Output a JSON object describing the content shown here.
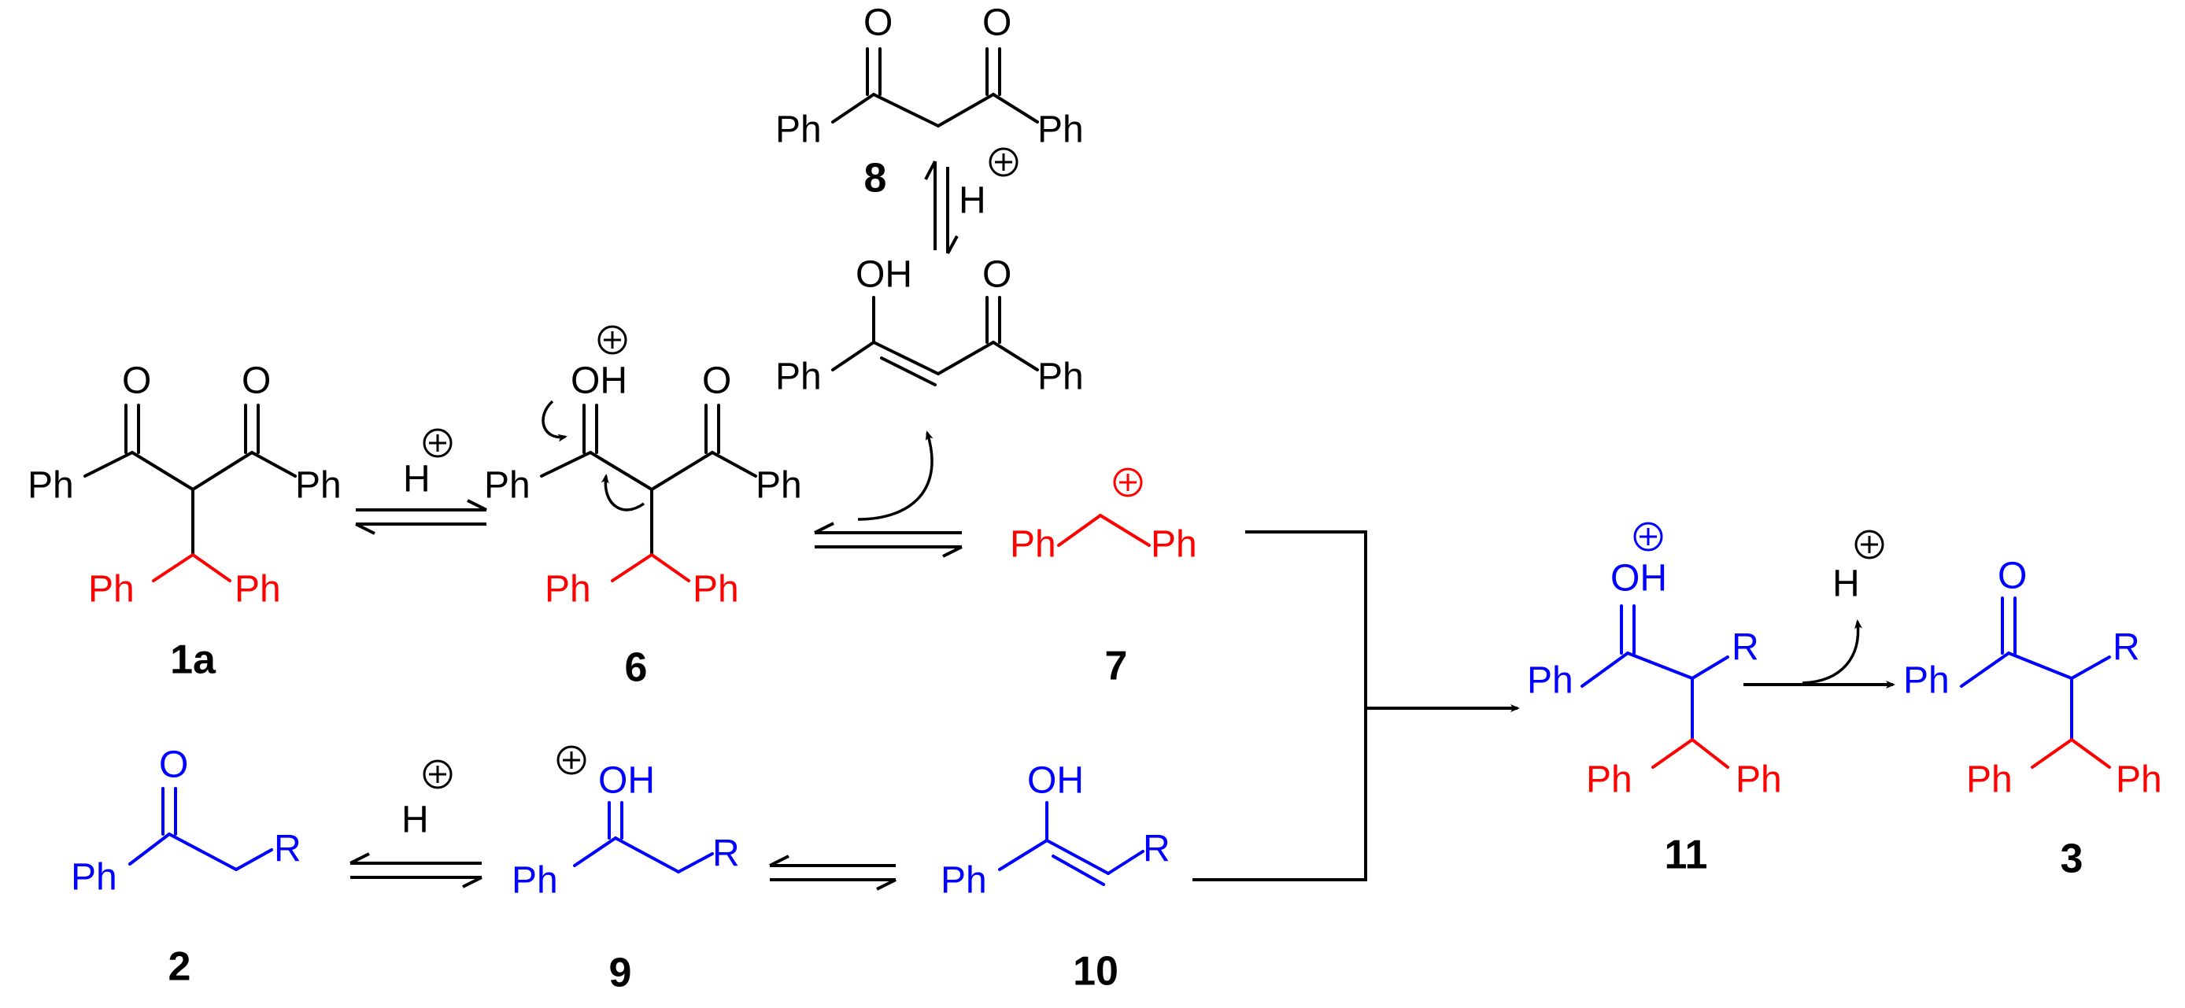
{
  "colors": {
    "black": "#000000",
    "red": "#ff0000",
    "blue": "#0000ff"
  },
  "atoms": {
    "O": "O",
    "OH": "OH",
    "H": "H",
    "Ph": "Ph",
    "R": "R",
    "plus": "⊕"
  },
  "compounds": {
    "c1a": {
      "label": "1a"
    },
    "c2": {
      "label": "2"
    },
    "c3": {
      "label": "3"
    },
    "c6": {
      "label": "6"
    },
    "c7": {
      "label": "7"
    },
    "c8": {
      "label": "8"
    },
    "c9": {
      "label": "9"
    },
    "c10": {
      "label": "10"
    },
    "c11": {
      "label": "11"
    }
  }
}
